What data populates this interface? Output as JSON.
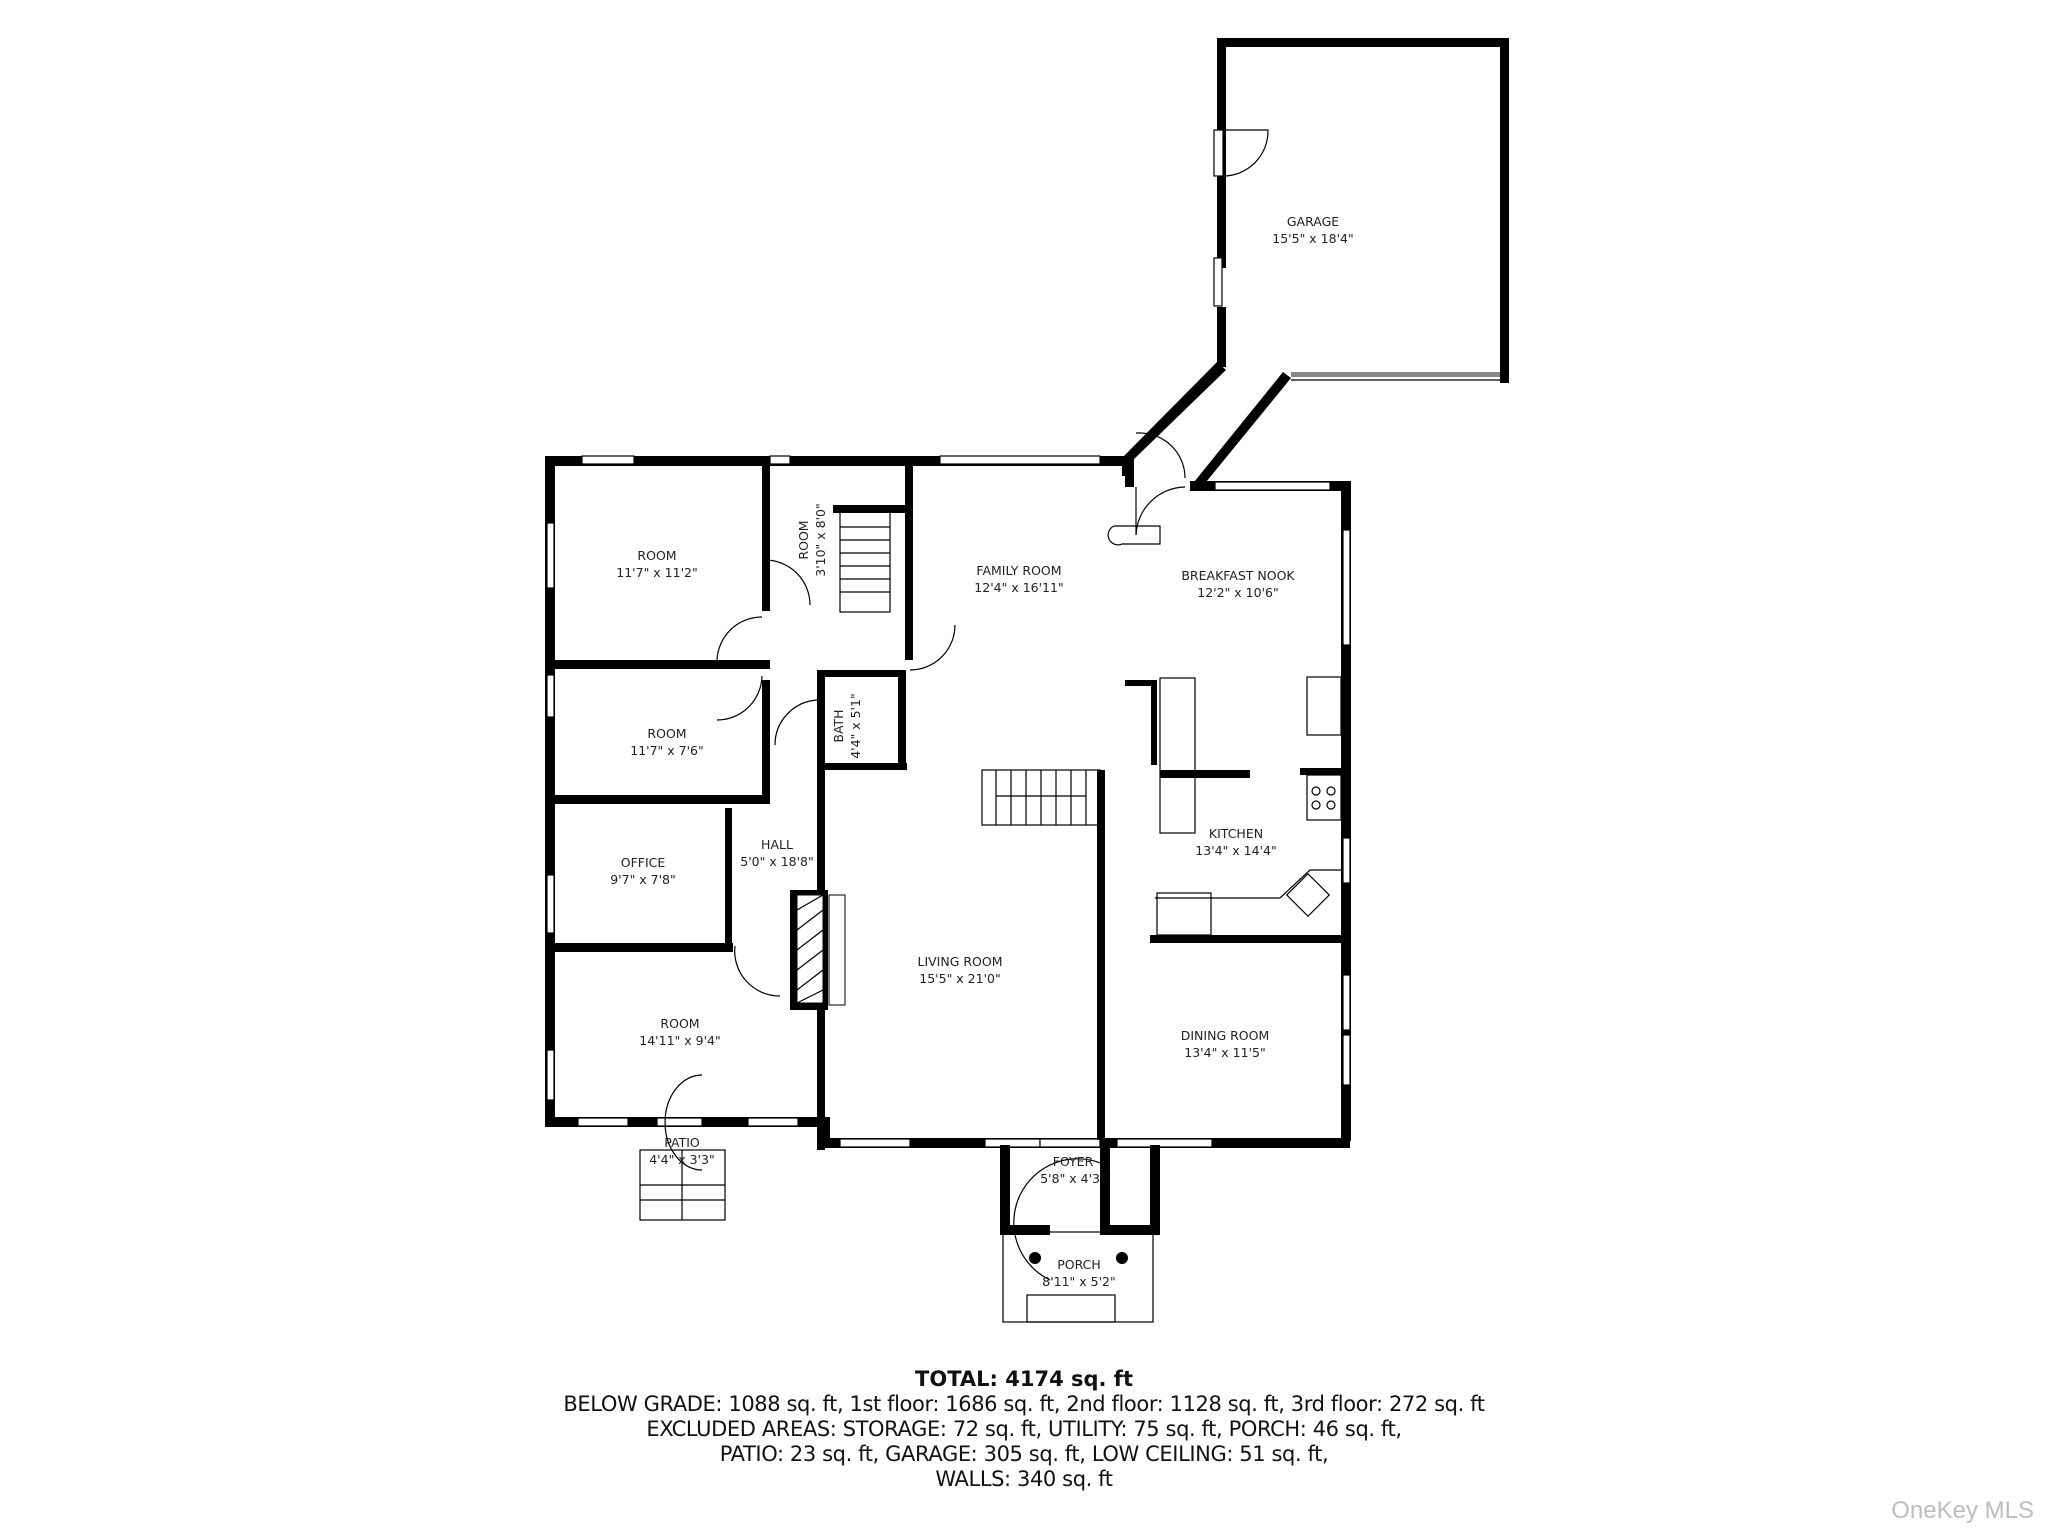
{
  "rooms": {
    "garage": {
      "name": "GARAGE",
      "dims": "15'5\" x 18'4\""
    },
    "room1": {
      "name": "ROOM",
      "dims": "11'7\" x 11'2\""
    },
    "room_small": {
      "name": "ROOM",
      "dims": "3'10\" x 8'0\""
    },
    "family_room": {
      "name": "FAMILY ROOM",
      "dims": "12'4\" x 16'11\""
    },
    "breakfast_nook": {
      "name": "BREAKFAST NOOK",
      "dims": "12'2\" x 10'6\""
    },
    "room2": {
      "name": "ROOM",
      "dims": "11'7\" x 7'6\""
    },
    "bath": {
      "name": "BATH",
      "dims": "4'4\" x 5'1\""
    },
    "hall": {
      "name": "HALL",
      "dims": "5'0\" x 18'8\""
    },
    "office": {
      "name": "OFFICE",
      "dims": "9'7\" x 7'8\""
    },
    "kitchen": {
      "name": "KITCHEN",
      "dims": "13'4\" x 14'4\""
    },
    "living_room": {
      "name": "LIVING ROOM",
      "dims": "15'5\" x 21'0\""
    },
    "room3": {
      "name": "ROOM",
      "dims": "14'11\" x 9'4\""
    },
    "dining_room": {
      "name": "DINING ROOM",
      "dims": "13'4\" x 11'5\""
    },
    "patio": {
      "name": "PATIO",
      "dims": "4'4\" x 3'3\""
    },
    "foyer": {
      "name": "FOYER",
      "dims": "5'8\" x 4'3\""
    },
    "porch": {
      "name": "PORCH",
      "dims": "8'11\" x 5'2\""
    }
  },
  "summary": {
    "total": "TOTAL: 4174 sq. ft",
    "line1": "BELOW GRADE: 1088 sq. ft, 1st floor: 1686 sq. ft, 2nd floor: 1128 sq. ft, 3rd floor: 272 sq. ft",
    "line2": "EXCLUDED AREAS: STORAGE: 72 sq. ft, UTILITY: 75 sq. ft, PORCH: 46 sq. ft,",
    "line3": "PATIO: 23 sq. ft, GARAGE: 305 sq. ft, LOW CEILING: 51 sq. ft,",
    "line4": "WALLS: 340 sq. ft"
  },
  "watermark": "OneKey MLS",
  "colors": {
    "wall": "#000000",
    "background": "#ffffff",
    "watermark": "#bdbdbd"
  }
}
